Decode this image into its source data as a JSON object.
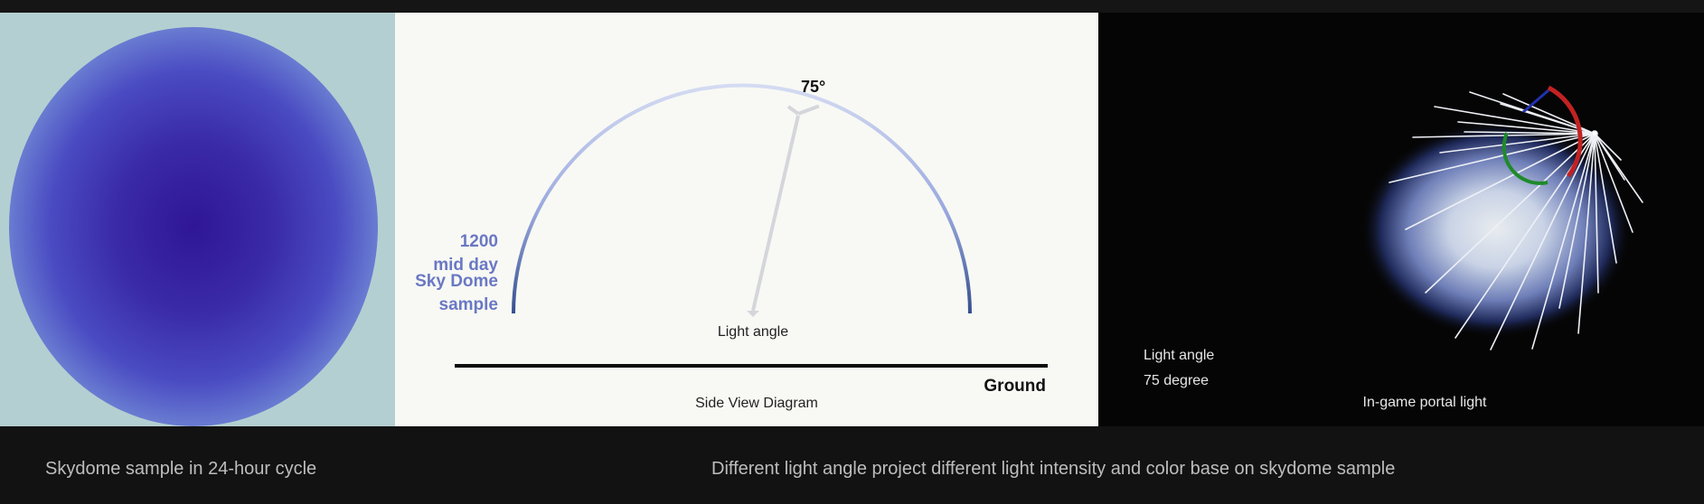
{
  "colors": {
    "background": "#121212",
    "skydome_panel": "#b4cfd1",
    "skydome_center": "#2f1696",
    "diagram_panel": "#f8f9f4",
    "arc_light": "#c7d0ee",
    "arc_dark": "#3a5896",
    "label_blue": "#6a78c4",
    "portal_panel": "#050505"
  },
  "diagram": {
    "angle_label": "75°",
    "time_label": "1200",
    "time_sub": "mid day",
    "sample_label_1": "Sky Dome",
    "sample_label_2": "sample",
    "light_label": "Light angle",
    "ground_label": "Ground",
    "caption": "Side View Diagram"
  },
  "portal": {
    "angle_label_1": "Light angle",
    "angle_label_2": "75 degree",
    "caption": "In-game portal light"
  },
  "captions": {
    "left": "Skydome sample in 24-hour cycle",
    "right": "Different light angle project different light intensity and color base on skydome sample"
  },
  "icons": [
    "light-arrow-icon",
    "light-source-icon",
    "gizmo-arc-icon"
  ]
}
